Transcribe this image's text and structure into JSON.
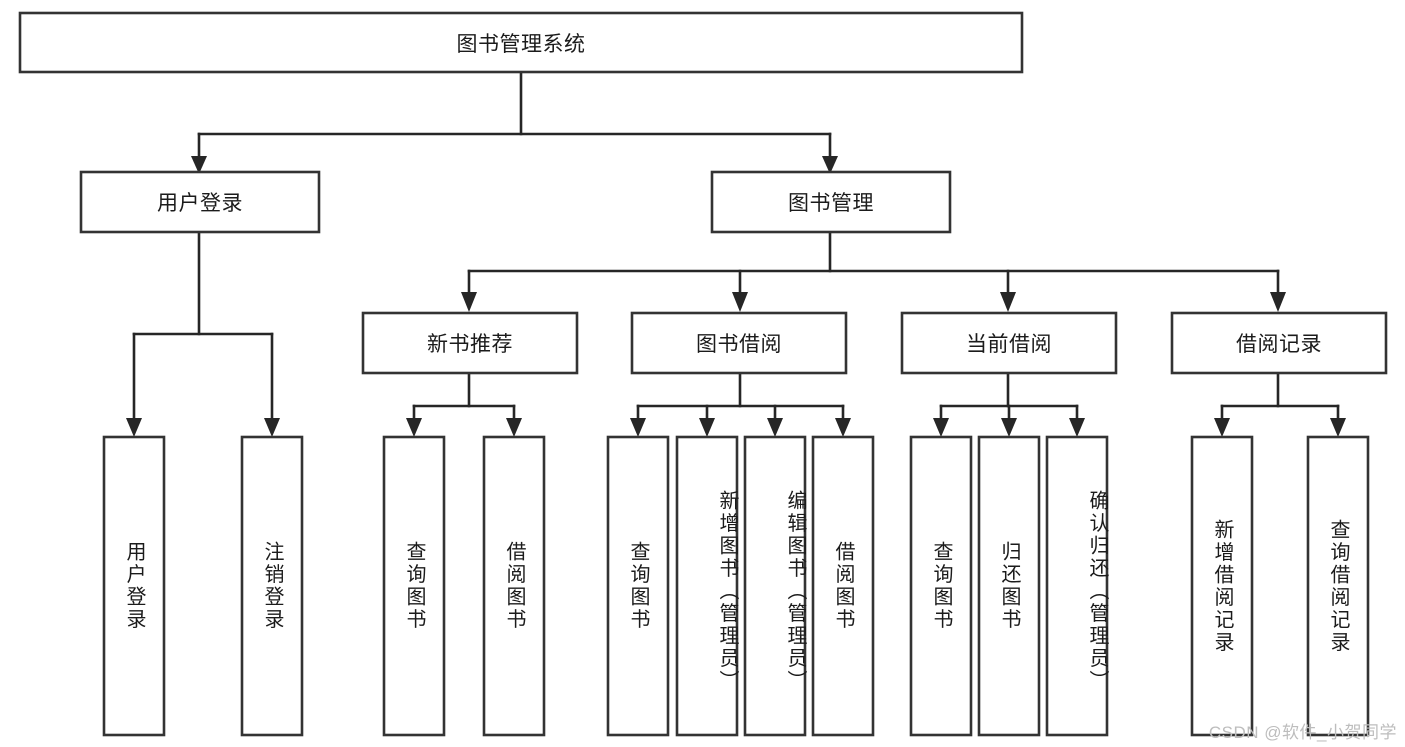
{
  "diagram": {
    "type": "tree",
    "title": "图书管理系统",
    "watermark": "CSDN @软件_小贺同学",
    "colors": {
      "box_stroke": "#333333",
      "box_fill": "#ffffff",
      "connector": "#262626",
      "text": "#1b1b1b",
      "watermark": "#bdbdbd",
      "background": "#ffffff"
    },
    "nodes": {
      "root": {
        "label": "图书管理系统",
        "level": 1,
        "orientation": "horizontal"
      },
      "l2_user_login": {
        "label": "用户登录",
        "level": 2,
        "orientation": "horizontal"
      },
      "l2_book_mgmt": {
        "label": "图书管理",
        "level": 2,
        "orientation": "horizontal"
      },
      "l3_new_book_rec": {
        "label": "新书推荐",
        "level": 3,
        "orientation": "horizontal"
      },
      "l3_book_borrow": {
        "label": "图书借阅",
        "level": 3,
        "orientation": "horizontal"
      },
      "l3_current_borrow": {
        "label": "当前借阅",
        "level": 3,
        "orientation": "horizontal"
      },
      "l3_borrow_record": {
        "label": "借阅记录",
        "level": 3,
        "orientation": "horizontal"
      },
      "leaf_user_login": {
        "label": "用户登录",
        "level": 4,
        "orientation": "vertical"
      },
      "leaf_logout": {
        "label": "注销登录",
        "level": 4,
        "orientation": "vertical"
      },
      "leaf_query_book_1": {
        "label": "查询图书",
        "level": 4,
        "orientation": "vertical"
      },
      "leaf_borrow_book_1": {
        "label": "借阅图书",
        "level": 4,
        "orientation": "vertical"
      },
      "leaf_query_book_2": {
        "label": "查询图书",
        "level": 4,
        "orientation": "vertical"
      },
      "leaf_add_book": {
        "label": "新增图书（管理员）",
        "level": 4,
        "orientation": "vertical"
      },
      "leaf_edit_book": {
        "label": "编辑图书（管理员）",
        "level": 4,
        "orientation": "vertical"
      },
      "leaf_borrow_book_2": {
        "label": "借阅图书",
        "level": 4,
        "orientation": "vertical"
      },
      "leaf_query_book_3": {
        "label": "查询图书",
        "level": 4,
        "orientation": "vertical"
      },
      "leaf_return_book": {
        "label": "归还图书",
        "level": 4,
        "orientation": "vertical"
      },
      "leaf_confirm_return": {
        "label": "确认归还（管理员）",
        "level": 4,
        "orientation": "vertical"
      },
      "leaf_add_record": {
        "label": "新增借阅记录",
        "level": 4,
        "orientation": "vertical"
      },
      "leaf_query_record": {
        "label": "查询借阅记录",
        "level": 4,
        "orientation": "vertical"
      }
    },
    "edges": [
      {
        "from": "root",
        "to": "l2_user_login"
      },
      {
        "from": "root",
        "to": "l2_book_mgmt"
      },
      {
        "from": "l2_user_login",
        "to": "leaf_user_login"
      },
      {
        "from": "l2_user_login",
        "to": "leaf_logout"
      },
      {
        "from": "l2_book_mgmt",
        "to": "l3_new_book_rec"
      },
      {
        "from": "l2_book_mgmt",
        "to": "l3_book_borrow"
      },
      {
        "from": "l2_book_mgmt",
        "to": "l3_current_borrow"
      },
      {
        "from": "l2_book_mgmt",
        "to": "l3_borrow_record"
      },
      {
        "from": "l3_new_book_rec",
        "to": "leaf_query_book_1"
      },
      {
        "from": "l3_new_book_rec",
        "to": "leaf_borrow_book_1"
      },
      {
        "from": "l3_book_borrow",
        "to": "leaf_query_book_2"
      },
      {
        "from": "l3_book_borrow",
        "to": "leaf_add_book"
      },
      {
        "from": "l3_book_borrow",
        "to": "leaf_edit_book"
      },
      {
        "from": "l3_book_borrow",
        "to": "leaf_borrow_book_2"
      },
      {
        "from": "l3_current_borrow",
        "to": "leaf_query_book_3"
      },
      {
        "from": "l3_current_borrow",
        "to": "leaf_return_book"
      },
      {
        "from": "l3_current_borrow",
        "to": "leaf_confirm_return"
      },
      {
        "from": "l3_borrow_record",
        "to": "leaf_add_record"
      },
      {
        "from": "l3_borrow_record",
        "to": "leaf_query_record"
      }
    ]
  }
}
